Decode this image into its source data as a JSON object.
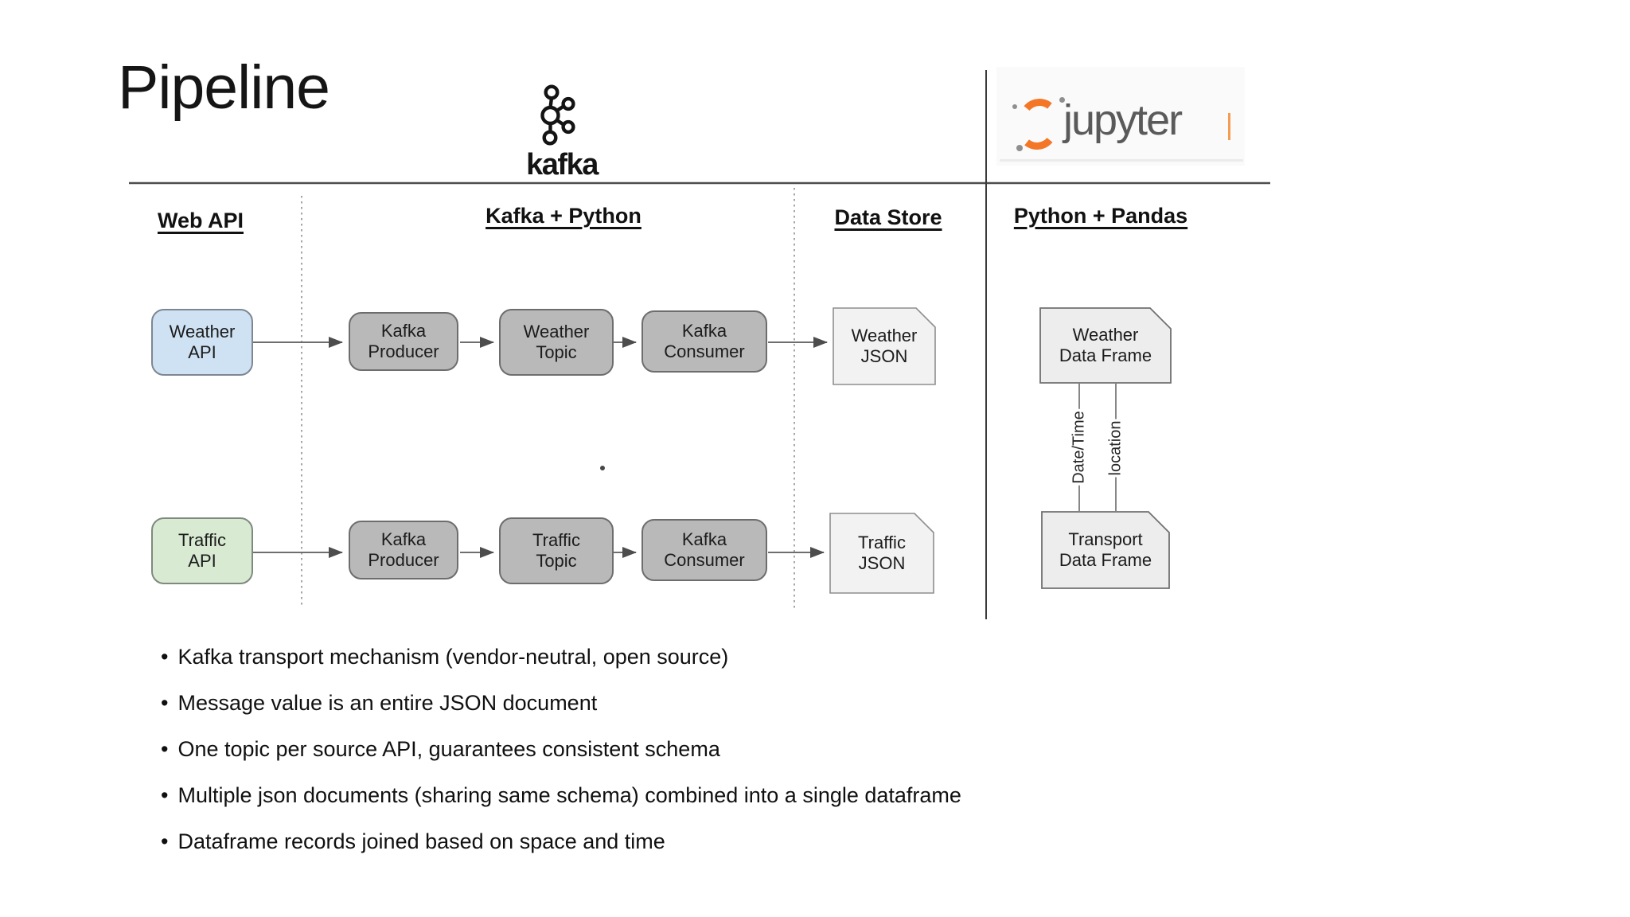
{
  "slide": {
    "title": "Pipeline"
  },
  "logos": {
    "kafka": {
      "label": "kafka"
    },
    "jupyter": {
      "label": "jupyter"
    }
  },
  "columns": [
    {
      "label": "Web API"
    },
    {
      "label": "Kafka + Python"
    },
    {
      "label": "Data Store"
    },
    {
      "label": "Python + Pandas"
    }
  ],
  "nodes": {
    "weather_api": "Weather\nAPI",
    "traffic_api": "Traffic\nAPI",
    "kafka_producer": "Kafka\nProducer",
    "weather_topic": "Weather\nTopic",
    "traffic_topic": "Traffic\nTopic",
    "kafka_consumer": "Kafka\nConsumer",
    "weather_json": "Weather\nJSON",
    "traffic_json": "Traffic\nJSON",
    "weather_data_frame": "Weather\nData Frame",
    "transport_data_frame": "Transport\nData Frame"
  },
  "join_labels": [
    "Date/Time",
    "location"
  ],
  "bullets": [
    "Kafka transport mechanism (vendor-neutral, open source)",
    "Message value is an entire JSON document",
    "One topic per source API, guarantees consistent schema",
    "Multiple json documents (sharing same schema) combined into a single dataframe",
    "Dataframe records joined based on space and time"
  ],
  "colors": {
    "weather_api_fill": "#cfe2f3",
    "traffic_api_fill": "#d9ead3",
    "kafka_node_fill": "#b9b9b9",
    "document_fill": "#f2f2f2",
    "dataframe_fill": "#ededed",
    "jupyter_orange": "#f37726",
    "kafka_black": "#141414"
  }
}
